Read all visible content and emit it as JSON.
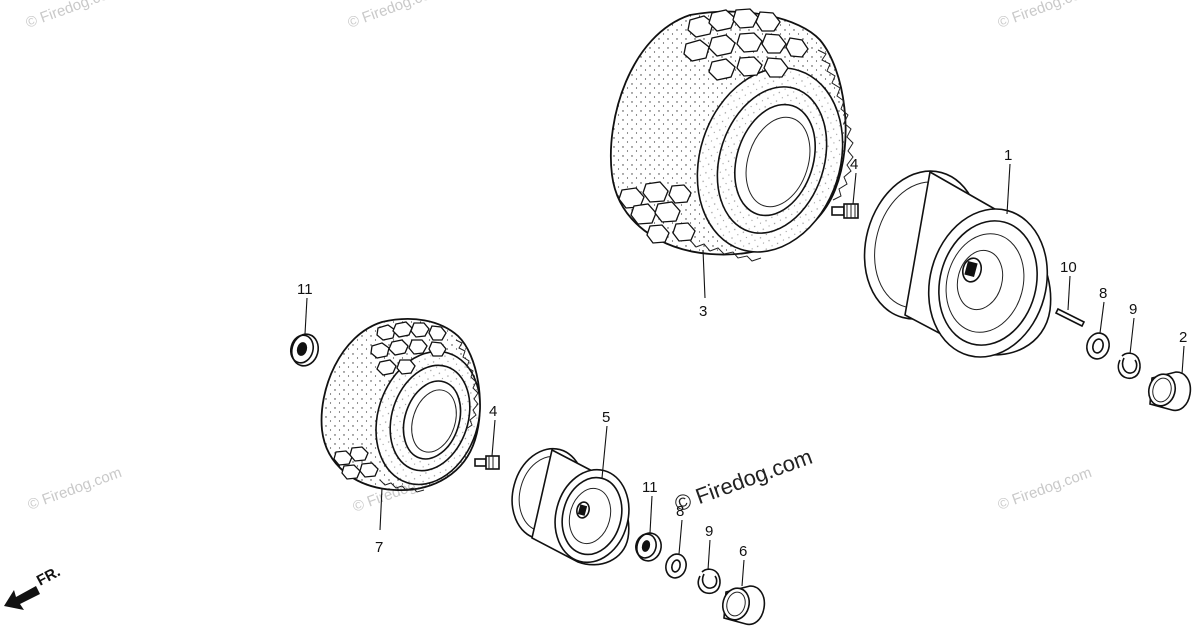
{
  "parts": [
    {
      "number": "1",
      "part": "rear-wheel-rim"
    },
    {
      "number": "2",
      "part": "rear-hub-cap"
    },
    {
      "number": "3",
      "part": "rear-tire"
    },
    {
      "number": "4",
      "part": "rear-tire-valve"
    },
    {
      "number": "4",
      "part": "front-tire-valve"
    },
    {
      "number": "5",
      "part": "front-wheel-rim"
    },
    {
      "number": "6",
      "part": "front-hub-cap"
    },
    {
      "number": "7",
      "part": "front-tire"
    },
    {
      "number": "8",
      "part": "rear-washer"
    },
    {
      "number": "8",
      "part": "front-washer"
    },
    {
      "number": "9",
      "part": "rear-circlip"
    },
    {
      "number": "9",
      "part": "front-circlip"
    },
    {
      "number": "10",
      "part": "rear-pin"
    },
    {
      "number": "11",
      "part": "upper-bearing"
    },
    {
      "number": "11",
      "part": "lower-bearing"
    }
  ],
  "direction_label": "FR.",
  "watermark": {
    "main": "© Firedog.com",
    "faint": "© Firedog.com",
    "faint_color": "#c9c9c9"
  }
}
